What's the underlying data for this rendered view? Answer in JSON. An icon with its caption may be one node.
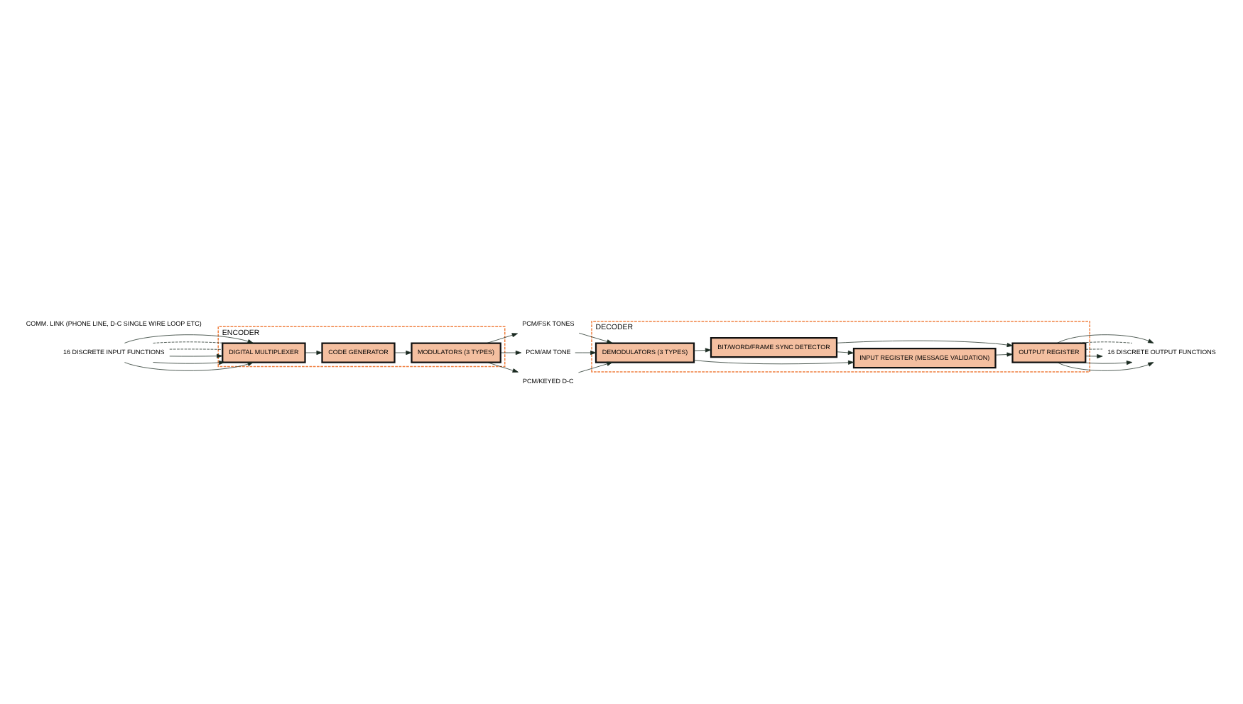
{
  "diagram": {
    "nodes": [
      {
        "text": [
          "ENCODER"
        ]
      },
      {
        "text": [
          "DIGITAL MULTIPLEXER"
        ],
        "in": 0
      },
      {
        "text": [
          "CODE GENERATOR"
        ],
        "in": 0
      },
      {
        "text": [
          "MODULATORS (3 TYPES)"
        ],
        "in": 0
      },
      {
        "text": [
          "DECODER"
        ]
      },
      {
        "text": [
          "OUTPUT REGISTER"
        ],
        "in": 4
      },
      {
        "text": [
          "INPUT REGISTER (MESSAGE VALIDATION)"
        ],
        "in": 4
      },
      {
        "text": [
          "DEMODULATORS (3 TYPES)"
        ],
        "in": 4
      },
      {
        "text": [
          "BIT/WORD/FRAME SYNC DETECTOR"
        ],
        "in": 4
      },
      {
        "text": [
          "16 DISCRETE INPUT FUNCTIONS"
        ]
      },
      {
        "text": [
          "PCM/FSK TONES"
        ]
      },
      {
        "text": [
          "PCM/AM TONE"
        ]
      },
      {
        "text": [
          "PCM/KEYED D-C"
        ]
      },
      {
        "text": [
          "16 DISCRETE OUTPUT FUNCTIONS"
        ]
      }
    ],
    "edges": [
      {
        "from": 9,
        "to": 1,
        "arrow": "to"
      },
      {
        "from": 9,
        "to": 1,
        "arrow": "to"
      },
      {
        "from": 9,
        "to": 1,
        "arrow": "to"
      },
      {
        "from": 9,
        "to": 1,
        "arrow": "none",
        "style": "dashed"
      },
      {
        "from": 9,
        "to": 1,
        "arrow": "none",
        "style": "dashed"
      },
      {
        "from": 9,
        "to": 1,
        "arrow": "to"
      },
      {
        "from": 1,
        "to": 2,
        "arrow": "to"
      },
      {
        "from": 2,
        "to": 3,
        "arrow": "to"
      },
      {
        "from": 3,
        "to": 10,
        "arrow": "to"
      },
      {
        "from": 3,
        "to": 11,
        "arrow": "to"
      },
      {
        "from": 3,
        "to": 12,
        "arrow": "to"
      },
      {
        "from": 10,
        "to": 7,
        "arrow": "to"
      },
      {
        "from": 11,
        "to": 7,
        "arrow": "to"
      },
      {
        "from": 12,
        "to": 7,
        "arrow": "to"
      },
      {
        "from": 7,
        "to": 6,
        "arrow": "to"
      },
      {
        "from": 6,
        "to": 5,
        "arrow": "to"
      },
      {
        "from": 7,
        "to": 8,
        "arrow": "to"
      },
      {
        "from": 8,
        "to": 6,
        "arrow": "to"
      },
      {
        "from": 8,
        "to": 5,
        "arrow": "to"
      },
      {
        "from": 5,
        "to": 13,
        "arrow": "to"
      },
      {
        "from": 5,
        "to": 13,
        "arrow": "to"
      },
      {
        "from": 5,
        "to": 13,
        "arrow": "to"
      },
      {
        "from": 5,
        "to": 13,
        "arrow": "none",
        "style": "dashed"
      },
      {
        "from": 5,
        "to": 13,
        "arrow": "none",
        "style": "dashed"
      },
      {
        "from": 5,
        "to": 13,
        "arrow": "to"
      }
    ],
    "labels": [
      "COMM. LINK (PHONE LINE, D-C SINGLE WIRE LOOP ETC)"
    ]
  }
}
